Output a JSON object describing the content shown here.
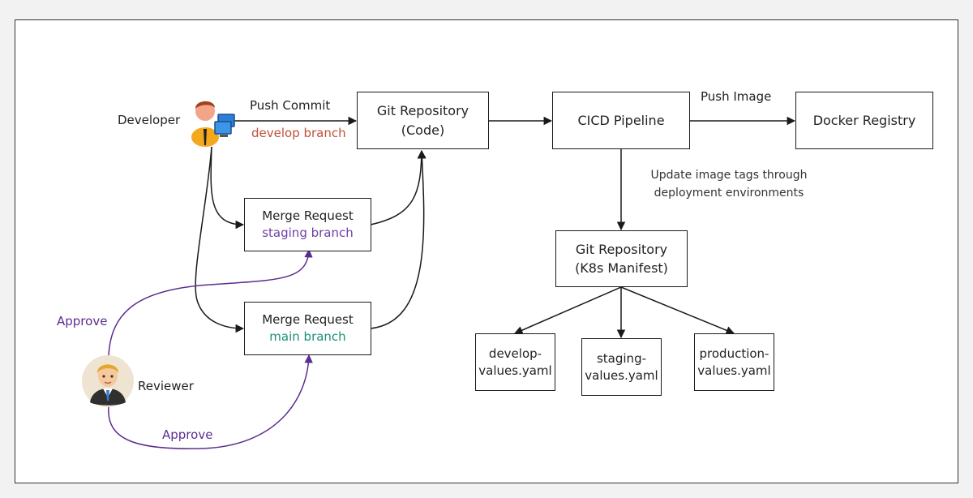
{
  "colors": {
    "develop": "#c0503a",
    "staging": "#6f3fa4",
    "main": "#1b8f7a",
    "approve": "#5b2d90",
    "line": "#1a1a1a"
  },
  "actors": {
    "developer": {
      "label": "Developer",
      "icon": "developer-at-computer-icon"
    },
    "reviewer": {
      "label": "Reviewer",
      "icon": "reviewer-avatar-icon"
    }
  },
  "nodes": {
    "git_code": {
      "line1": "Git Repository",
      "line2": "(Code)"
    },
    "cicd": {
      "label": "CICD Pipeline"
    },
    "docker": {
      "label": "Docker Registry"
    },
    "mr_staging": {
      "line1": "Merge Request",
      "line2": "staging branch"
    },
    "mr_main": {
      "line1": "Merge Request",
      "line2": "main branch"
    },
    "git_manifest": {
      "line1": "Git Repository",
      "line2": "(K8s Manifest)"
    },
    "develop_values": {
      "line1": "develop-",
      "line2": "values.yaml"
    },
    "staging_values": {
      "line1": "staging-",
      "line2": "values.yaml"
    },
    "production_values": {
      "line1": "production-",
      "line2": "values.yaml"
    }
  },
  "edges": {
    "push_commit": "Push Commit",
    "develop_branch": "develop branch",
    "push_image": "Push Image",
    "update_tags_line1": "Update image tags through",
    "update_tags_line2": "deployment environments",
    "approve_staging": "Approve",
    "approve_main": "Approve"
  }
}
